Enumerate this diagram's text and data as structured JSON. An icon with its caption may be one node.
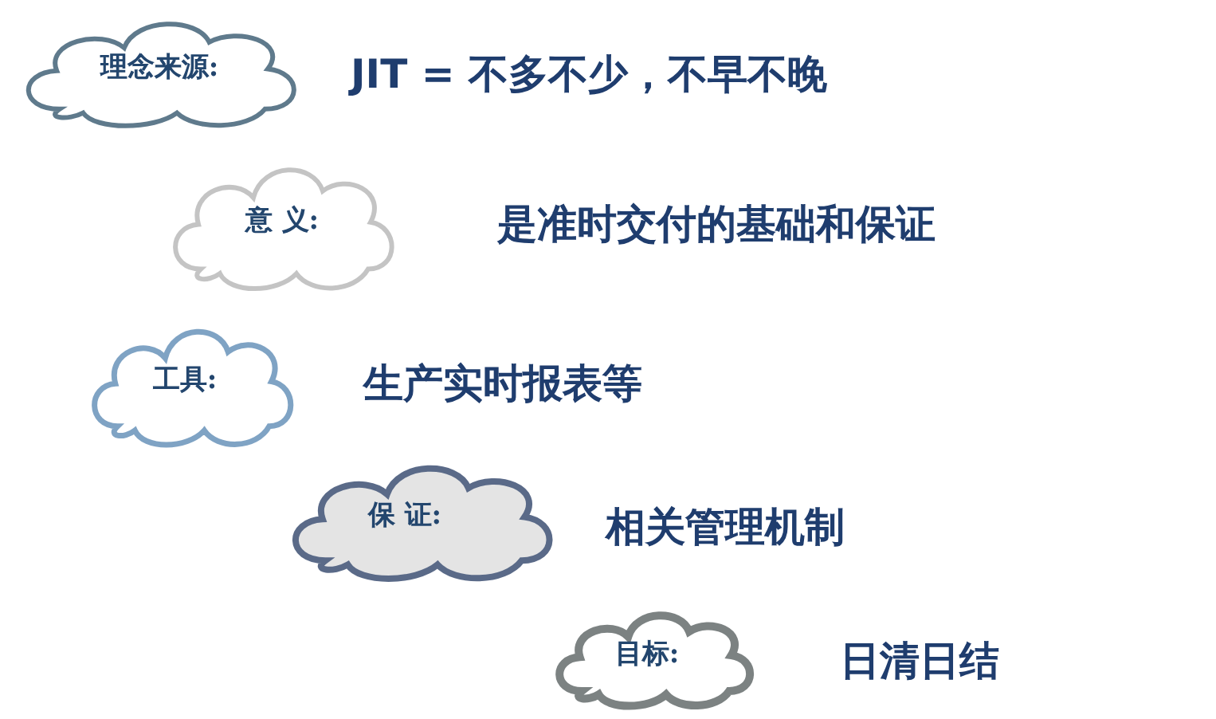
{
  "diagram": {
    "nodes": [
      {
        "text": [
          "理念来源:"
        ],
        "beside": [
          "JIT = 不多不少，不早不晚"
        ]
      },
      {
        "text": [
          "意 义:"
        ],
        "beside": [
          "是准时交付的基础和保证"
        ]
      },
      {
        "text": [
          "工具:"
        ],
        "beside": [
          "生产实时报表等"
        ]
      },
      {
        "text": [
          "保 证:"
        ],
        "beside": [
          "相关管理机制"
        ]
      },
      {
        "text": [
          "目标:"
        ],
        "beside": [
          "日清日结"
        ]
      }
    ]
  }
}
